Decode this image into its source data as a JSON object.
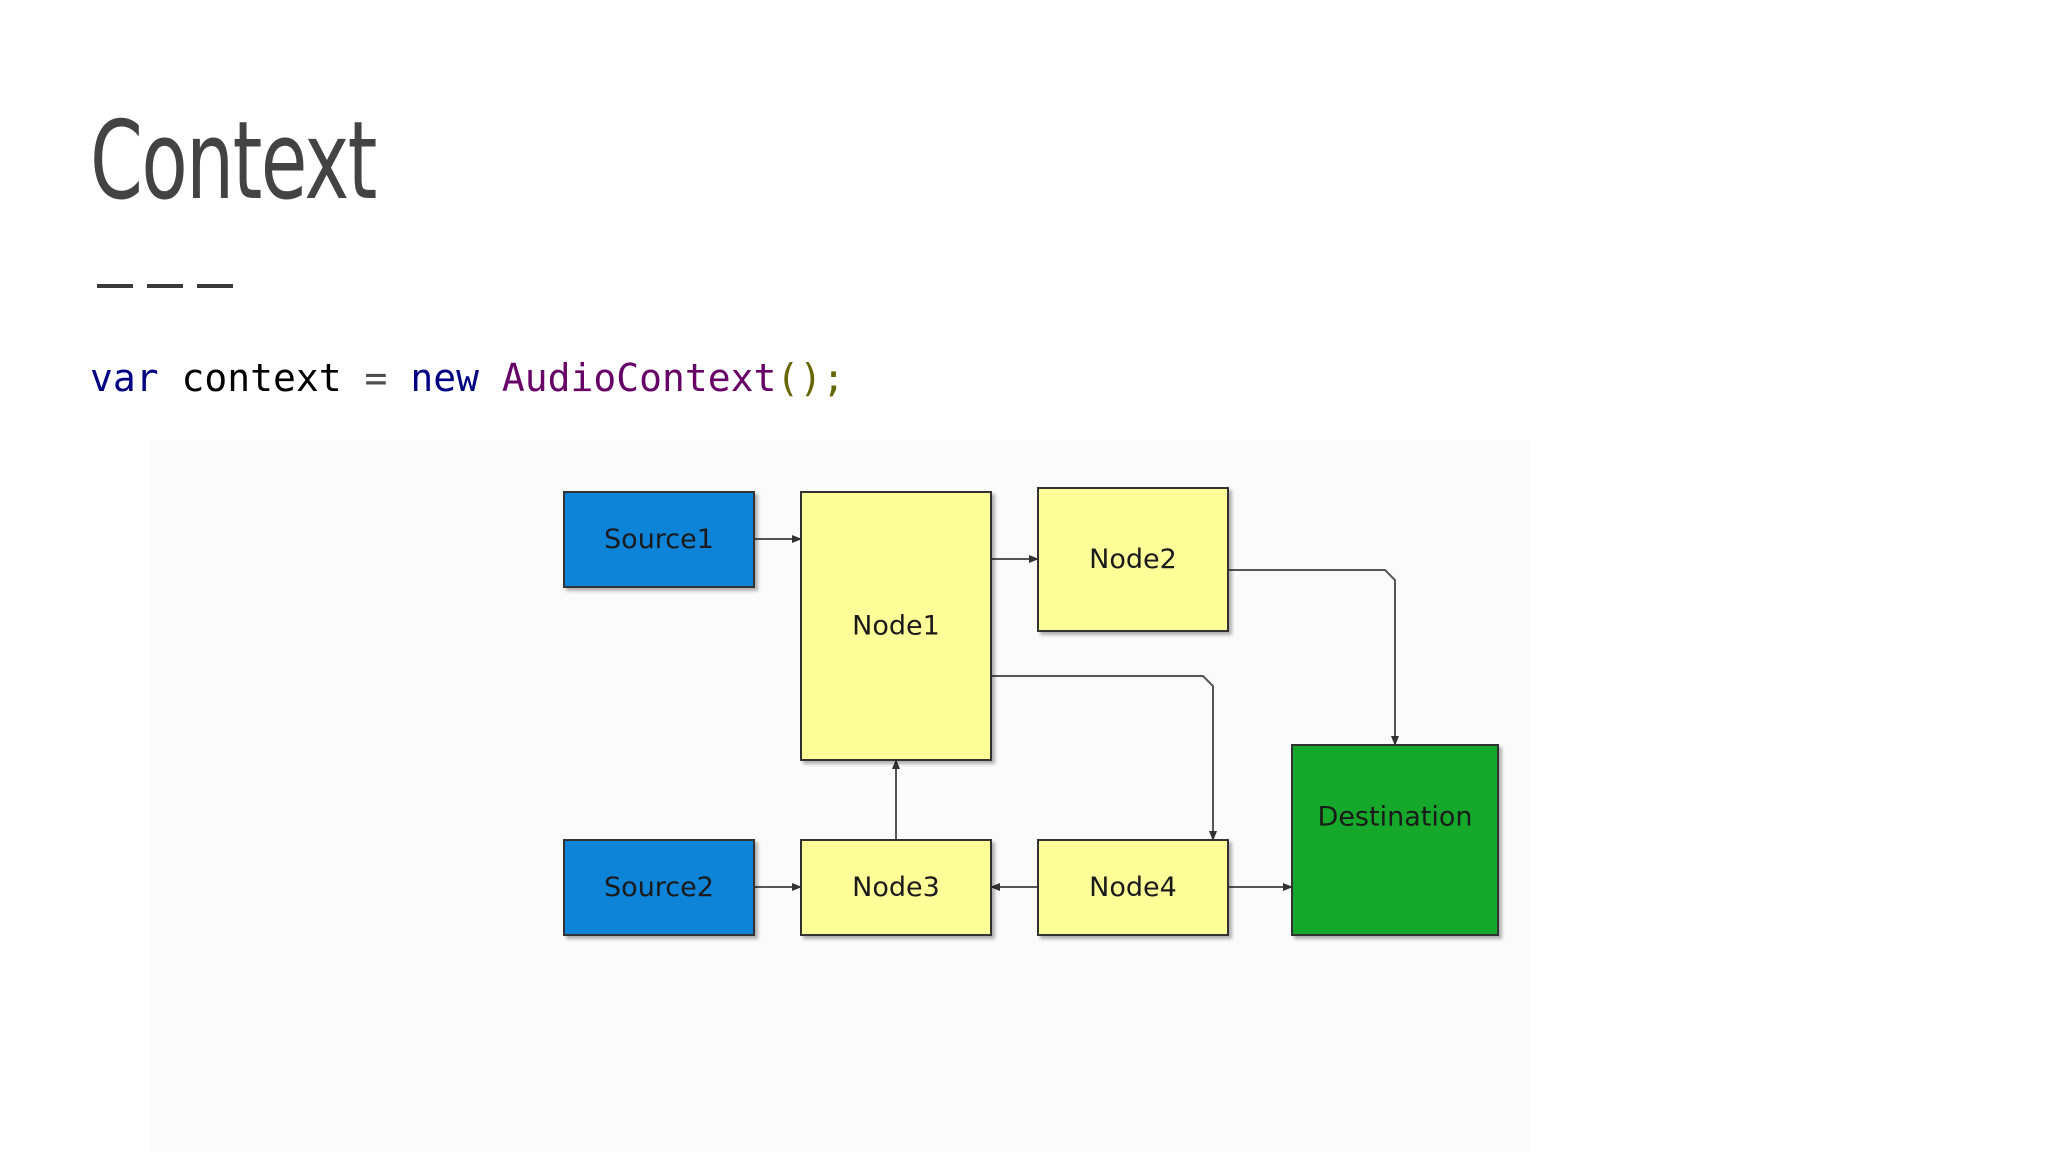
{
  "slide": {
    "title": "Context"
  },
  "code": {
    "tokens": [
      {
        "text": "var",
        "kind": "kw"
      },
      {
        "text": " context ",
        "kind": "ident"
      },
      {
        "text": "=",
        "kind": "op"
      },
      {
        "text": " ",
        "kind": "ident"
      },
      {
        "text": "new",
        "kind": "kw"
      },
      {
        "text": " ",
        "kind": "ident"
      },
      {
        "text": "AudioContext",
        "kind": "cls"
      },
      {
        "text": "();",
        "kind": "punct"
      }
    ]
  },
  "diagram": {
    "colors": {
      "source_fill": "#0a84d8",
      "node_fill": "#ffff99",
      "destination_fill": "#12a82a",
      "stroke": "#333333",
      "edge": "#555555"
    },
    "nodes": {
      "source1": {
        "label": "Source1",
        "kind": "source"
      },
      "source2": {
        "label": "Source2",
        "kind": "source"
      },
      "node1": {
        "label": "Node1",
        "kind": "node"
      },
      "node2": {
        "label": "Node2",
        "kind": "node"
      },
      "node3": {
        "label": "Node3",
        "kind": "node"
      },
      "node4": {
        "label": "Node4",
        "kind": "node"
      },
      "destination": {
        "label": "Destination",
        "kind": "destination"
      }
    },
    "edges": [
      {
        "from": "source1",
        "to": "node1"
      },
      {
        "from": "node1",
        "to": "node2"
      },
      {
        "from": "node2",
        "to": "destination"
      },
      {
        "from": "node1",
        "to": "node4"
      },
      {
        "from": "source2",
        "to": "node3"
      },
      {
        "from": "node3",
        "to": "node1"
      },
      {
        "from": "node4",
        "to": "node3"
      },
      {
        "from": "node4",
        "to": "destination"
      }
    ]
  }
}
